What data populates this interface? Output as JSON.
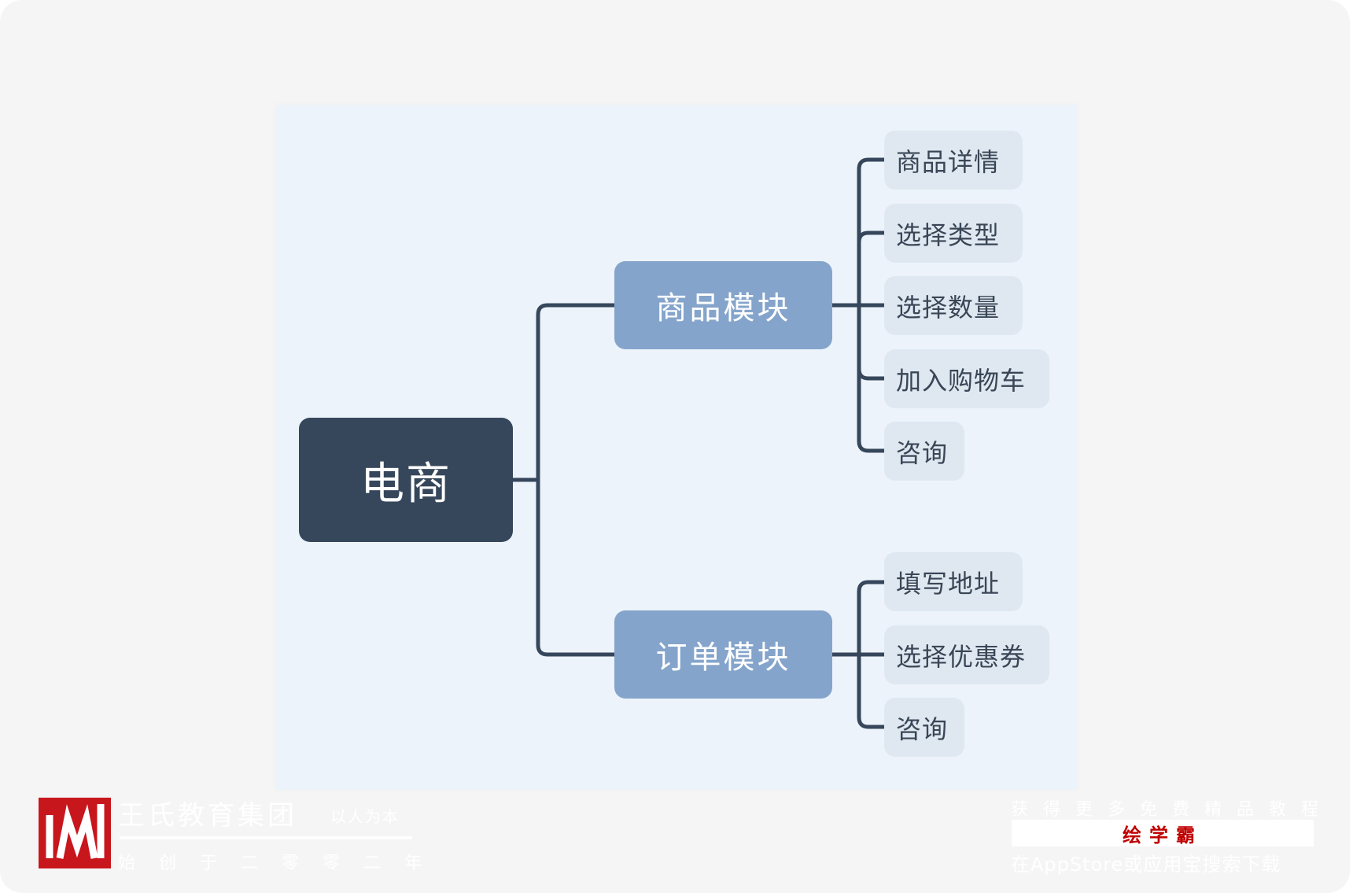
{
  "mindmap": {
    "root": "电商",
    "branches": [
      {
        "label": "商品模块",
        "children": [
          "商品详情",
          "选择类型",
          "选择数量",
          "加入购物车",
          "咨询"
        ]
      },
      {
        "label": "订单模块",
        "children": [
          "填写地址",
          "选择优惠券",
          "咨询"
        ]
      }
    ]
  },
  "colors": {
    "root_fill": "#36475c",
    "branch_fill": "#84a4cb",
    "leaf_fill": "#dfe8f1",
    "connector": "#36475c",
    "canvas": "#ecf3fa"
  },
  "watermark": {
    "logo_letter": "W",
    "company": "王氏教育集团",
    "slogan": "以人为本",
    "founded": "始创于二零零二年",
    "promo": "获得更多免费精品教程",
    "brand": "绘学霸",
    "download": "在AppStore或应用宝搜索下载"
  }
}
